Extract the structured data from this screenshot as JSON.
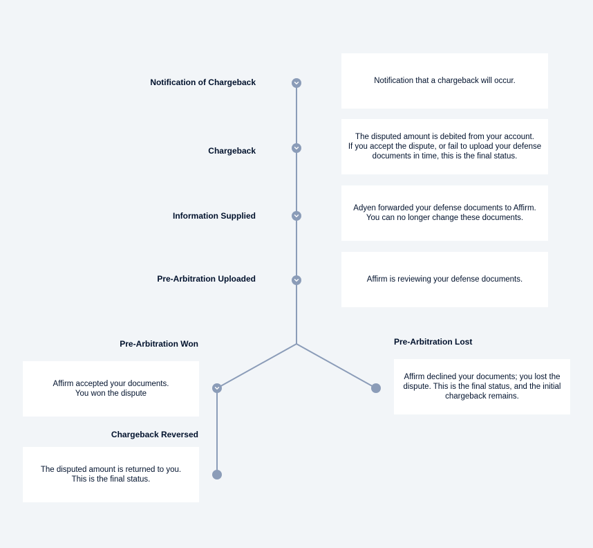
{
  "colors": {
    "background": "#f2f5f8",
    "line": "#8b9cb8",
    "box": "#ffffff",
    "text": "#00112c"
  },
  "steps": [
    {
      "label": "Notification of Chargeback",
      "description": [
        "Notification that a chargeback will occur."
      ]
    },
    {
      "label": "Chargeback",
      "description": [
        "The disputed amount is debited from your account.",
        "If you accept the dispute, or fail to upload your defense",
        "documents in time, this is the final status."
      ]
    },
    {
      "label": "Information Supplied",
      "description": [
        "Adyen forwarded your defense documents to Affirm.",
        "You can no longer change these documents."
      ]
    },
    {
      "label": "Pre-Arbitration Uploaded",
      "description": [
        "Affirm is reviewing your defense documents."
      ]
    }
  ],
  "branches": {
    "won": {
      "label": "Pre-Arbitration Won",
      "description": [
        "Affirm accepted your documents.",
        "You won the dispute"
      ]
    },
    "lost": {
      "label": "Pre-Arbitration Lost",
      "description": [
        "Affirm declined your documents; you lost the",
        "dispute. This is the final status, and the initial",
        "chargeback remains."
      ]
    },
    "reversed": {
      "label": "Chargeback Reversed",
      "description": [
        "The disputed amount is returned to you.",
        "This is the final status."
      ]
    }
  },
  "icons": {
    "step_node": "chevron-down-icon",
    "end_node": "circle-dot-icon"
  }
}
